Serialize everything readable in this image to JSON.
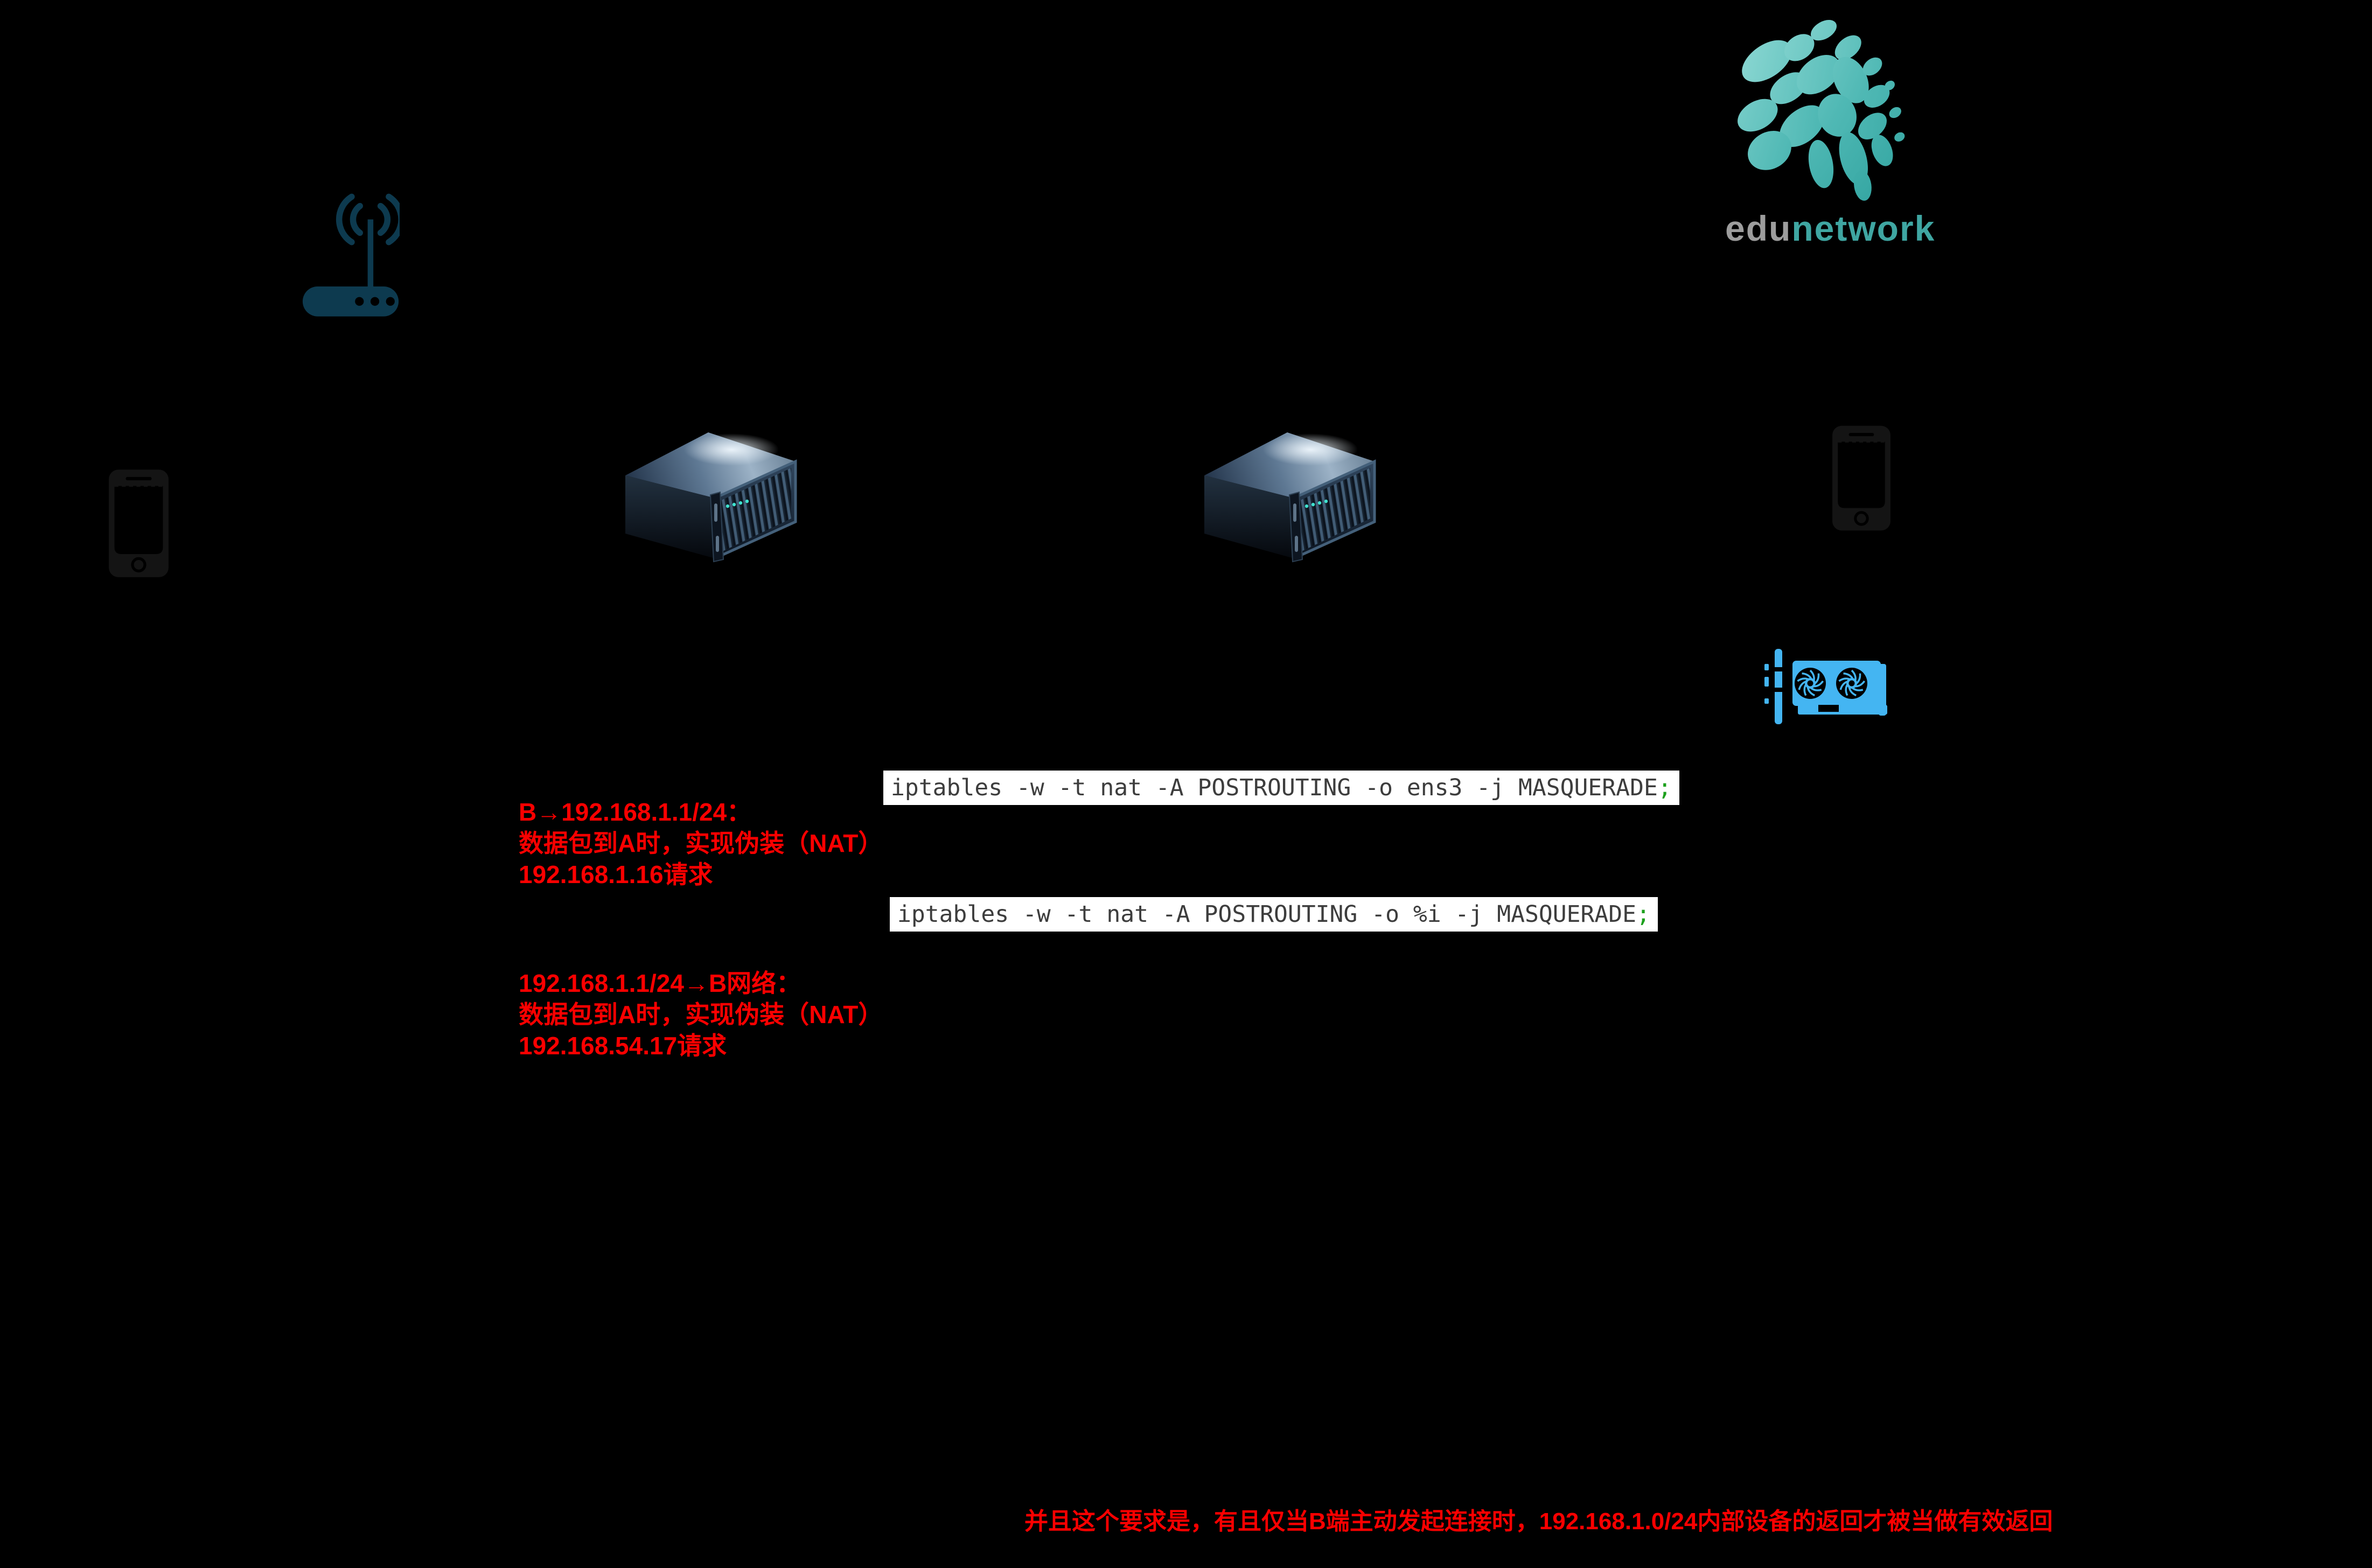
{
  "background": "#000000",
  "logo": {
    "edu": "edu",
    "network": "network"
  },
  "icons": {
    "logo_splash": "teal-organic-splash-icon",
    "router": "wireless-router-icon",
    "phone_left": "smartphone-icon",
    "phone_right": "smartphone-icon",
    "server_left": "rack-server-3d-icon",
    "server_right": "rack-server-3d-icon",
    "gpu": "graphics-card-icon"
  },
  "code_blocks": [
    {
      "command": "iptables -w -t nat -A POSTROUTING -o ens3 -j MASQUERADE",
      "terminator": ";"
    },
    {
      "command": "iptables -w -t nat -A POSTROUTING -o %i -j MASQUERADE",
      "terminator": ";"
    }
  ],
  "annotations": {
    "nat_b_to_a": {
      "lines": [
        "B→192.168.1.1/24：",
        "数据包到A时，实现伪装（NAT）",
        "192.168.1.16请求"
      ]
    },
    "nat_a_to_b": {
      "lines": [
        "192.168.1.1/24→B网络：",
        "数据包到A时，实现伪装（NAT）",
        "192.168.54.17请求"
      ]
    },
    "footer": "并且这个要求是，有且仅当B端主动发起连接时，192.168.1.0/24内部设备的返回才被当做有效返回"
  },
  "colors": {
    "router_teal": "#0d3a4f",
    "gpu_blue": "#44b5f2",
    "annotation_red": "#fb0000",
    "code_text": "#3d3d3d",
    "code_semicolon_green": "#1ca01c",
    "code_background": "#ffffff",
    "logo_gray": "#9d9d9d",
    "logo_teal": "#3fa6a2",
    "logo_gradient_light": "#96ddd8",
    "logo_gradient_dark": "#2da19d",
    "phone_dark": "#141414",
    "server_steel_light": "#9db3c7",
    "server_steel_dark": "#0b1420",
    "led_teal": "#3fe3d0"
  }
}
